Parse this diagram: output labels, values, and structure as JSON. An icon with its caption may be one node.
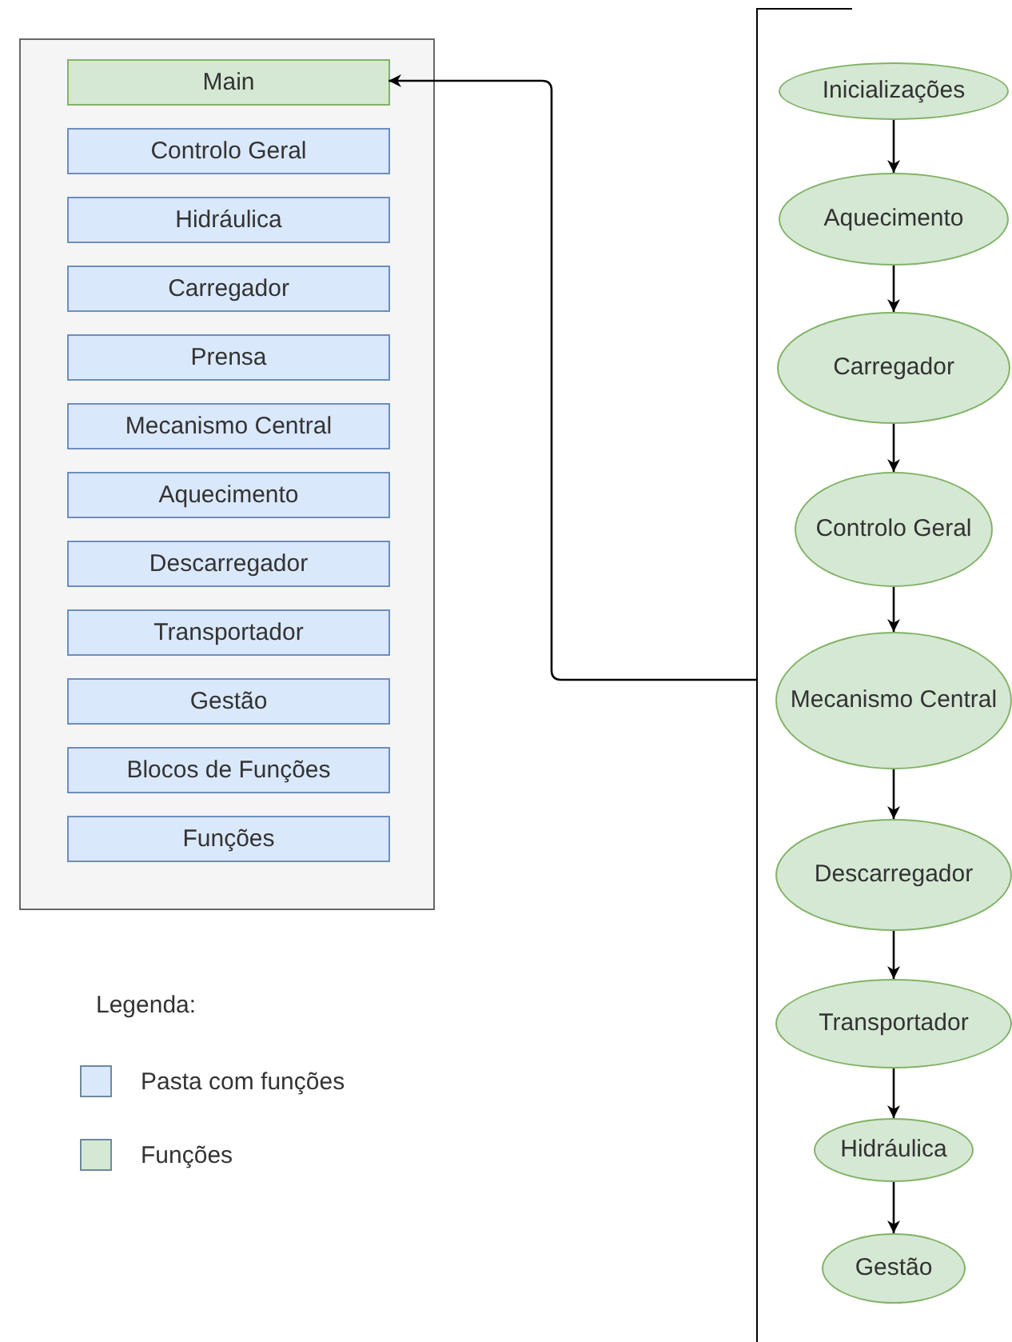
{
  "diagram": {
    "nodes": [
      {
        "text": [],
        "shape": "box"
      },
      {
        "text": [
          "Main"
        ],
        "in": 0
      },
      {
        "text": [
          "Controlo Geral"
        ],
        "in": 0
      },
      {
        "text": [
          "Hidráulica"
        ],
        "in": 0
      },
      {
        "text": [
          "Carregador"
        ],
        "in": 0
      },
      {
        "text": [
          "Prensa"
        ],
        "in": 0
      },
      {
        "text": [
          "Mecanismo Central"
        ],
        "in": 0
      },
      {
        "text": [
          "Aquecimento"
        ],
        "in": 0
      },
      {
        "text": [
          "Descarregador"
        ],
        "in": 0
      },
      {
        "text": [
          "Transportador"
        ],
        "in": 0
      },
      {
        "text": [
          "Gestão"
        ],
        "in": 0
      },
      {
        "text": [
          "Blocos de Funções"
        ],
        "in": 0
      },
      {
        "text": [
          "Funções"
        ],
        "in": 0
      },
      {
        "text": [],
        "shape": "bar"
      },
      {
        "text": [
          "Inicializações"
        ]
      },
      {
        "text": [
          "Aquecimento"
        ]
      },
      {
        "text": [
          "Carregador"
        ]
      },
      {
        "text": [
          "Controlo Geral"
        ]
      },
      {
        "text": [
          "Mecanismo Central"
        ]
      },
      {
        "text": [
          "Descarregador"
        ]
      },
      {
        "text": [
          "Transportador"
        ]
      },
      {
        "text": [
          "Hidráulica"
        ]
      },
      {
        "text": [
          "Gestão"
        ]
      }
    ],
    "edges": [
      {
        "from": 13,
        "to": 1,
        "arrow": "to"
      },
      {
        "from": 14,
        "to": 15,
        "arrow": "to"
      },
      {
        "from": 15,
        "to": 16,
        "arrow": "to"
      },
      {
        "from": 16,
        "to": 17,
        "arrow": "to"
      },
      {
        "from": 17,
        "to": 18,
        "arrow": "to"
      },
      {
        "from": 18,
        "to": 19,
        "arrow": "to"
      },
      {
        "from": 19,
        "to": 20,
        "arrow": "to"
      },
      {
        "from": 20,
        "to": 21,
        "arrow": "to"
      },
      {
        "from": 21,
        "to": 22,
        "arrow": "to"
      }
    ],
    "labels": [
      "Legenda:"
    ],
    "legend": [
      {
        "text": "Pasta com funções",
        "color": "#dae8fc"
      },
      {
        "text": "Funções",
        "color": "#d5e8d4"
      }
    ]
  }
}
